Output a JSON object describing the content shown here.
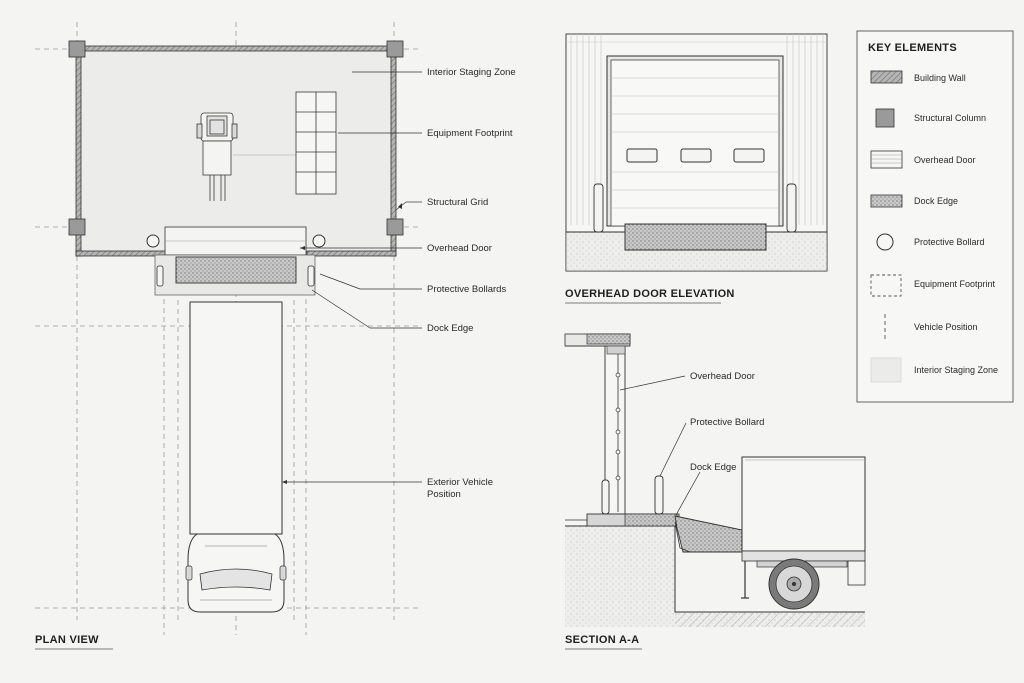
{
  "plan": {
    "title": "PLAN VIEW",
    "labels": {
      "staging": "Interior Staging Zone",
      "equipment": "Equipment Footprint",
      "grid": "Structural Grid",
      "door": "Overhead Door",
      "bollards": "Protective Bollards",
      "dock": "Dock Edge",
      "vehicle_line1": "Exterior Vehicle",
      "vehicle_line2": "Position"
    }
  },
  "elevation": {
    "title": "OVERHEAD DOOR ELEVATION"
  },
  "section": {
    "title": "SECTION A-A",
    "labels": {
      "door": "Overhead Door",
      "bollard": "Protective Bollard",
      "dock": "Dock Edge"
    }
  },
  "legend": {
    "title": "KEY ELEMENTS",
    "items": [
      {
        "label": "Building Wall",
        "icon": "building-wall-swatch"
      },
      {
        "label": "Structural Column",
        "icon": "structural-column-swatch"
      },
      {
        "label": "Overhead Door",
        "icon": "overhead-door-swatch"
      },
      {
        "label": "Dock Edge",
        "icon": "dock-edge-swatch"
      },
      {
        "label": "Protective Bollard",
        "icon": "bollard-circle-swatch"
      },
      {
        "label": "Equipment Footprint",
        "icon": "dashed-box-swatch"
      },
      {
        "label": "Vehicle Position",
        "icon": "dashed-line-swatch"
      },
      {
        "label": "Interior Staging Zone",
        "icon": "staging-zone-swatch"
      }
    ]
  },
  "colors": {
    "wall": "#8c8c8c",
    "column": "#9a9a9a",
    "dock": "#a8a8a8",
    "staging": "#ececeb",
    "line": "#333333"
  }
}
